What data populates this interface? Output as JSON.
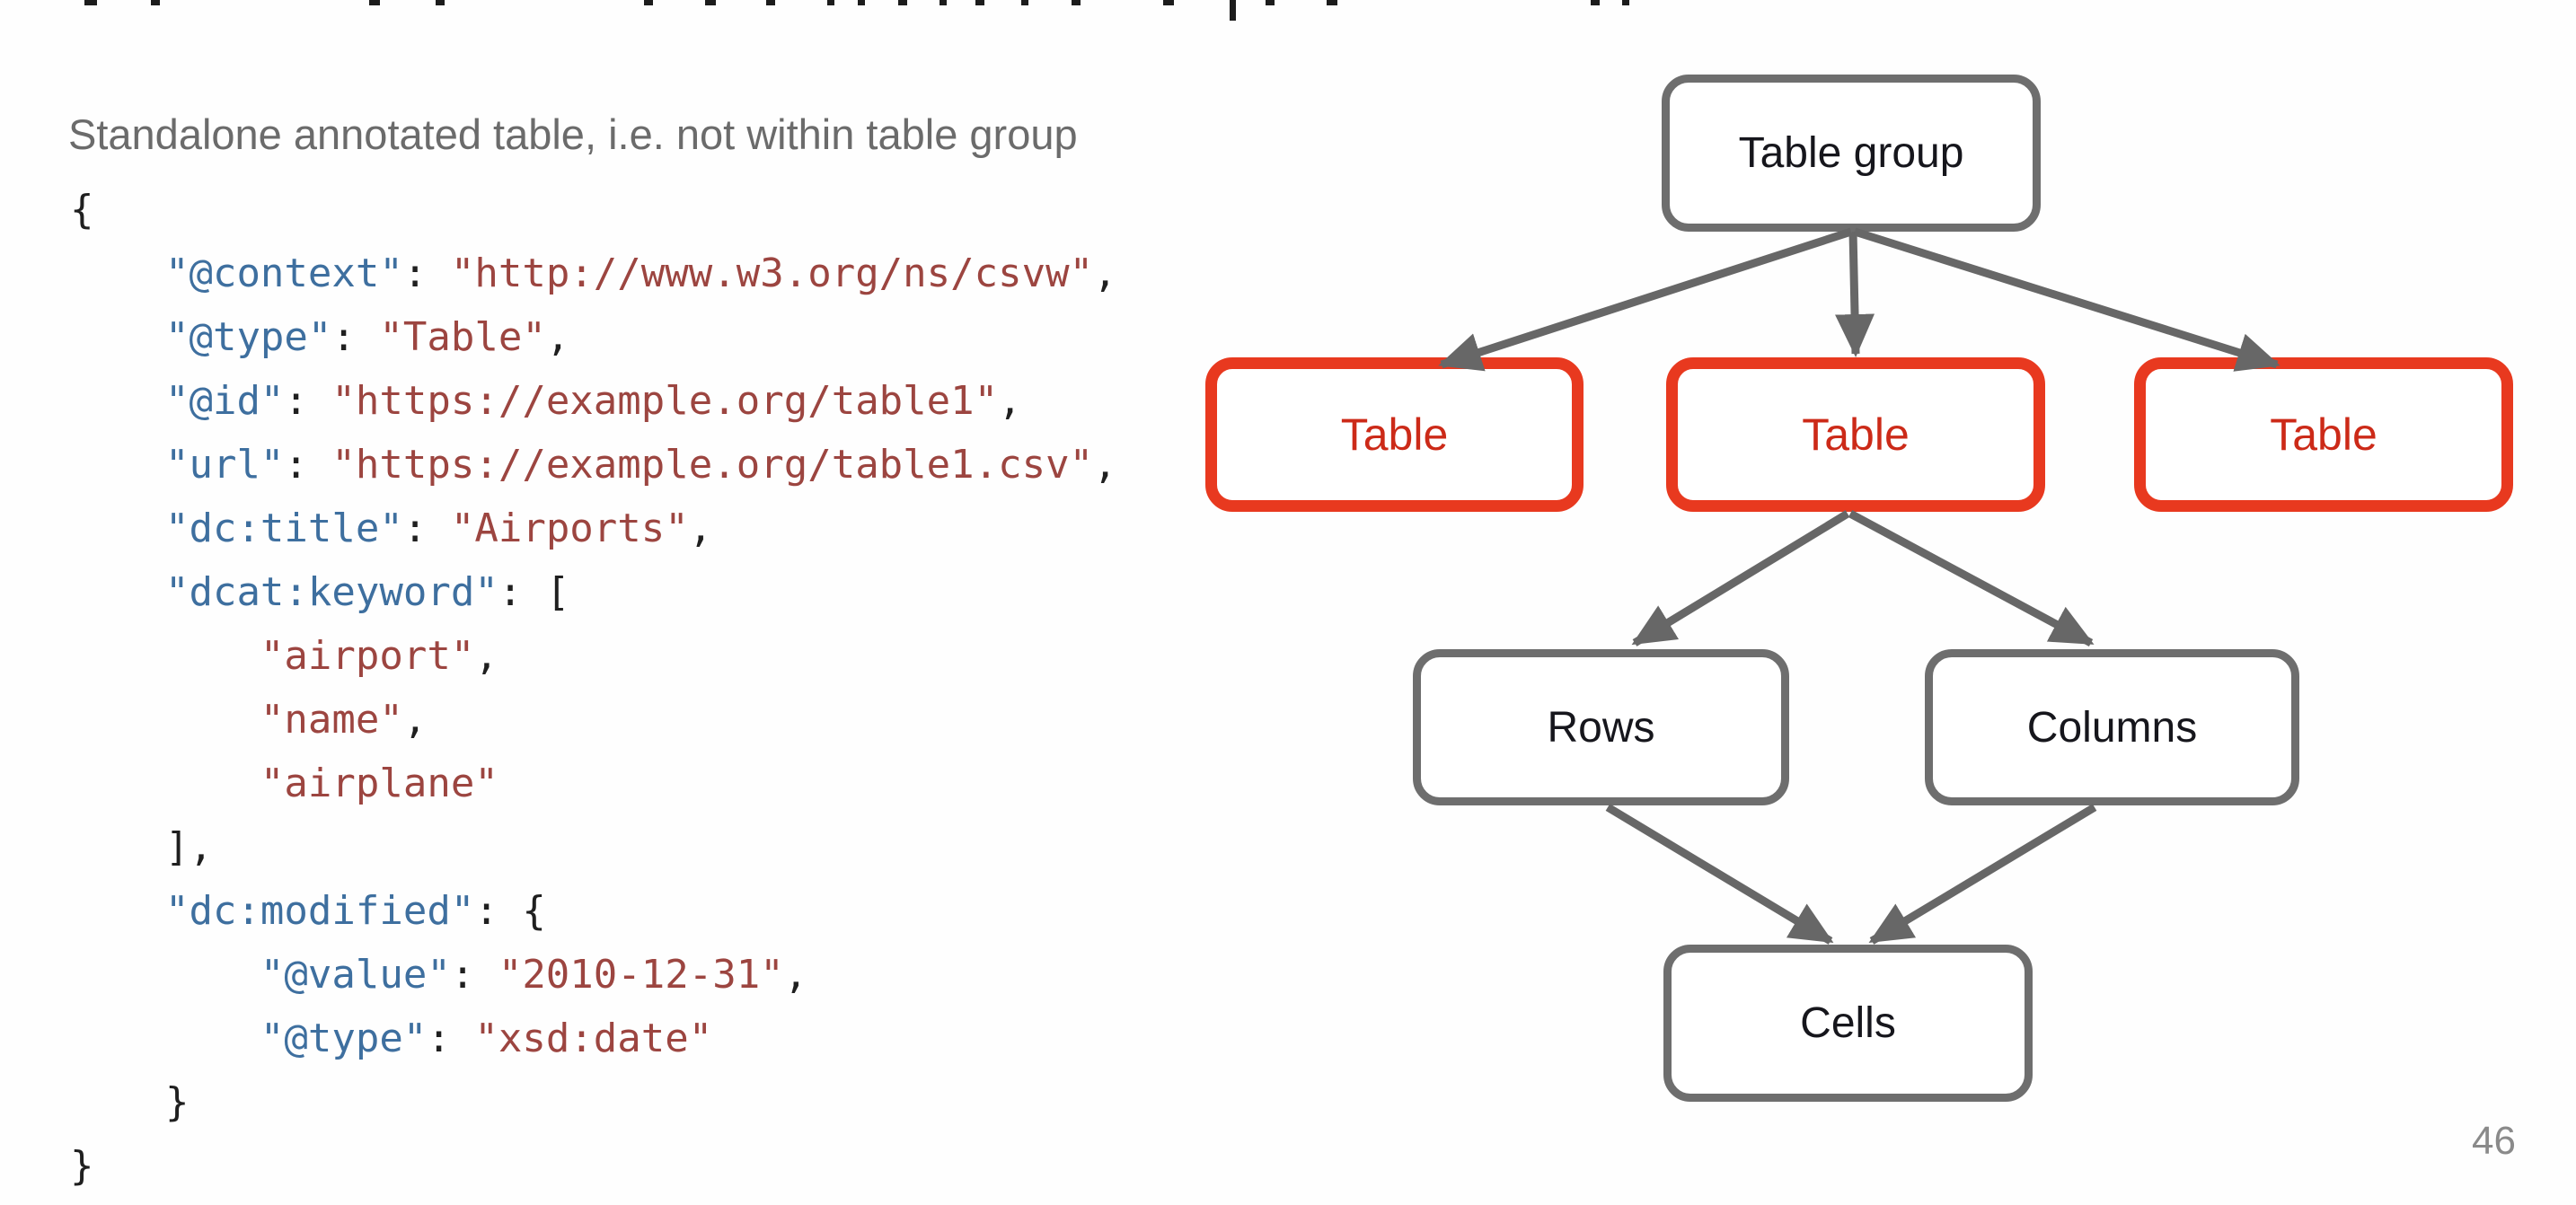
{
  "subtitle": "Standalone annotated table, i.e. not within table group",
  "page_number": "46",
  "code": {
    "language": "json",
    "lines": [
      [
        {
          "t": "{",
          "c": "p"
        }
      ],
      [
        {
          "t": "    ",
          "c": "p"
        },
        {
          "t": "\"@context\"",
          "c": "k"
        },
        {
          "t": ": ",
          "c": "p"
        },
        {
          "t": "\"http://www.w3.org/ns/csvw\"",
          "c": "s"
        },
        {
          "t": ",",
          "c": "p"
        }
      ],
      [
        {
          "t": "    ",
          "c": "p"
        },
        {
          "t": "\"@type\"",
          "c": "k"
        },
        {
          "t": ": ",
          "c": "p"
        },
        {
          "t": "\"Table\"",
          "c": "s"
        },
        {
          "t": ",",
          "c": "p"
        }
      ],
      [
        {
          "t": "    ",
          "c": "p"
        },
        {
          "t": "\"@id\"",
          "c": "k"
        },
        {
          "t": ": ",
          "c": "p"
        },
        {
          "t": "\"https://example.org/table1\"",
          "c": "s"
        },
        {
          "t": ",",
          "c": "p"
        }
      ],
      [
        {
          "t": "    ",
          "c": "p"
        },
        {
          "t": "\"url\"",
          "c": "k"
        },
        {
          "t": ": ",
          "c": "p"
        },
        {
          "t": "\"https://example.org/table1.csv\"",
          "c": "s"
        },
        {
          "t": ",",
          "c": "p"
        }
      ],
      [
        {
          "t": "    ",
          "c": "p"
        },
        {
          "t": "\"dc:title\"",
          "c": "k"
        },
        {
          "t": ": ",
          "c": "p"
        },
        {
          "t": "\"Airports\"",
          "c": "s"
        },
        {
          "t": ",",
          "c": "p"
        }
      ],
      [
        {
          "t": "    ",
          "c": "p"
        },
        {
          "t": "\"dcat:keyword\"",
          "c": "k"
        },
        {
          "t": ": [",
          "c": "p"
        }
      ],
      [
        {
          "t": "        ",
          "c": "p"
        },
        {
          "t": "\"airport\"",
          "c": "s"
        },
        {
          "t": ",",
          "c": "p"
        }
      ],
      [
        {
          "t": "        ",
          "c": "p"
        },
        {
          "t": "\"name\"",
          "c": "s"
        },
        {
          "t": ",",
          "c": "p"
        }
      ],
      [
        {
          "t": "        ",
          "c": "p"
        },
        {
          "t": "\"airplane\"",
          "c": "s"
        }
      ],
      [
        {
          "t": "    ],",
          "c": "p"
        }
      ],
      [
        {
          "t": "    ",
          "c": "p"
        },
        {
          "t": "\"dc:modified\"",
          "c": "k"
        },
        {
          "t": ": {",
          "c": "p"
        }
      ],
      [
        {
          "t": "        ",
          "c": "p"
        },
        {
          "t": "\"@value\"",
          "c": "k"
        },
        {
          "t": ": ",
          "c": "p"
        },
        {
          "t": "\"2010-12-31\"",
          "c": "s"
        },
        {
          "t": ",",
          "c": "p"
        }
      ],
      [
        {
          "t": "        ",
          "c": "p"
        },
        {
          "t": "\"@type\"",
          "c": "k"
        },
        {
          "t": ": ",
          "c": "p"
        },
        {
          "t": "\"xsd:date\"",
          "c": "s"
        }
      ],
      [
        {
          "t": "    }",
          "c": "p"
        }
      ],
      [
        {
          "t": "}",
          "c": "p"
        }
      ]
    ]
  },
  "diagram": {
    "nodes": [
      {
        "label": "Table group",
        "style": "gray"
      },
      {
        "label": "Table",
        "style": "red"
      },
      {
        "label": "Table",
        "style": "red"
      },
      {
        "label": "Table",
        "style": "red"
      },
      {
        "label": "Rows",
        "style": "gray"
      },
      {
        "label": "Columns",
        "style": "gray"
      },
      {
        "label": "Cells",
        "style": "gray"
      }
    ],
    "edges": [
      {
        "from": "Table group",
        "to": "Table (left)"
      },
      {
        "from": "Table group",
        "to": "Table (middle)"
      },
      {
        "from": "Table group",
        "to": "Table (right)"
      },
      {
        "from": "Table (middle)",
        "to": "Rows"
      },
      {
        "from": "Table (middle)",
        "to": "Columns"
      },
      {
        "from": "Rows",
        "to": "Cells"
      },
      {
        "from": "Columns",
        "to": "Cells"
      }
    ]
  },
  "colors": {
    "red_border": "#e8391f",
    "red_text": "#cc2a18",
    "gray_border": "#6e6e6e",
    "arrow": "#676767",
    "code_key": "#3e6f9f",
    "code_string": "#9c4540",
    "code_punct": "#1f1f1f",
    "subtitle": "#6b6b6b",
    "page_number": "#8a8a8a"
  }
}
